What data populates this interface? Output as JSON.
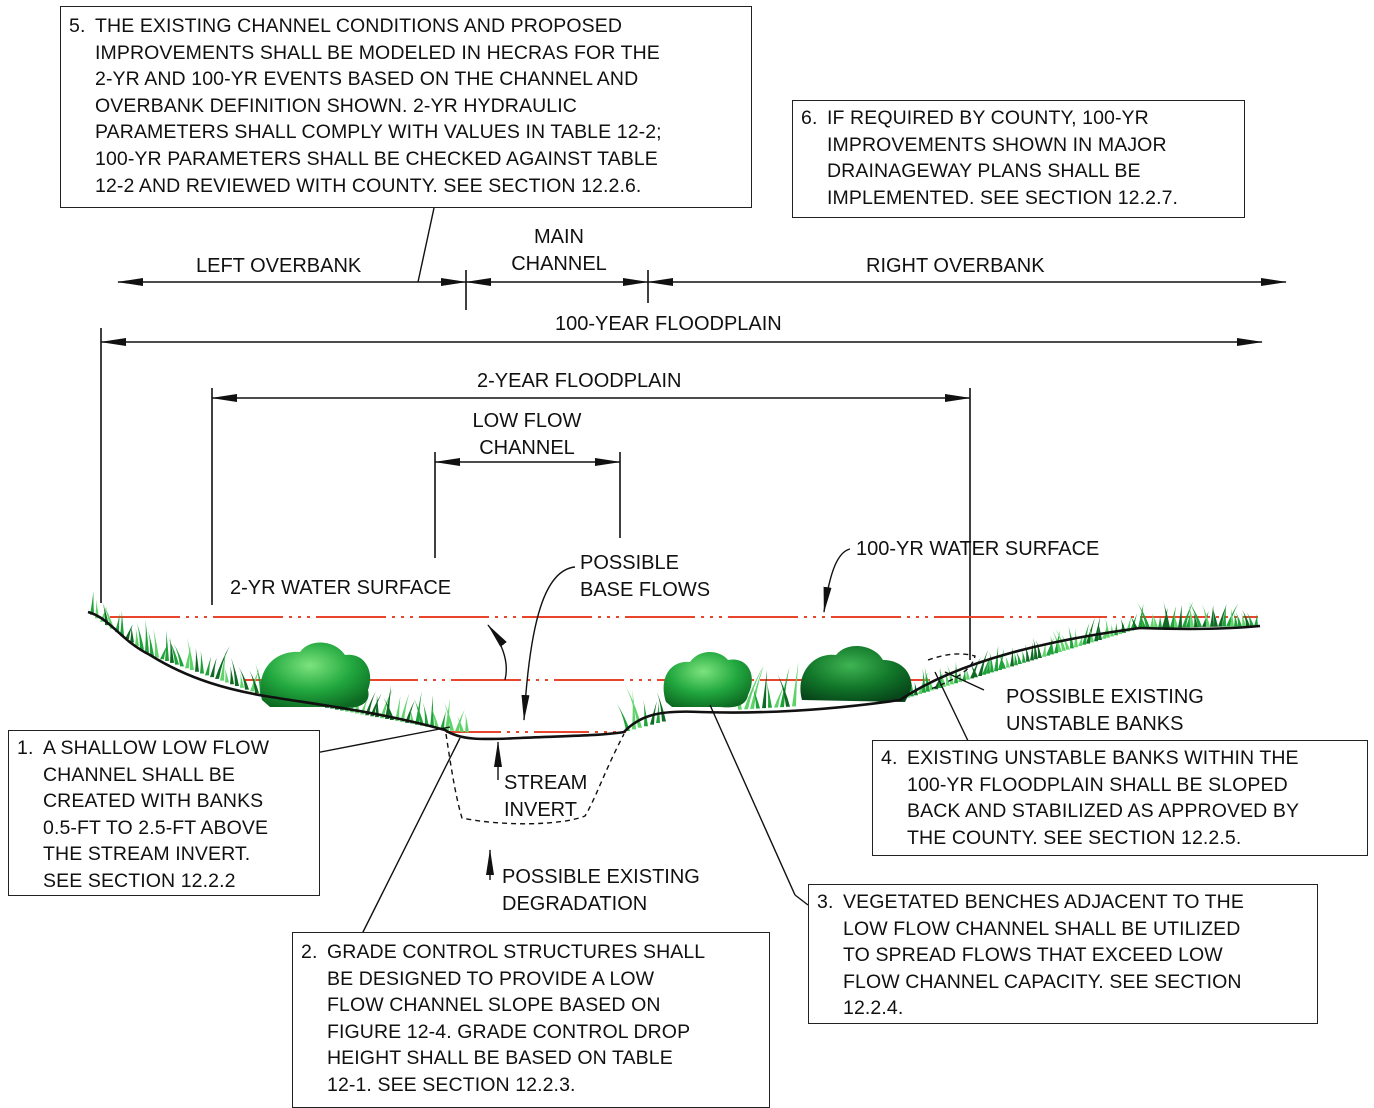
{
  "notes": {
    "n5": {
      "num": "5.",
      "text": "THE EXISTING CHANNEL CONDITIONS AND PROPOSED\nIMPROVEMENTS SHALL BE MODELED IN HECRAS FOR THE\n2-YR AND 100-YR EVENTS BASED ON THE CHANNEL AND\nOVERBANK DEFINITION SHOWN. 2-YR HYDRAULIC\nPARAMETERS SHALL COMPLY WITH VALUES IN TABLE 12-2;\n100-YR PARAMETERS SHALL BE CHECKED AGAINST TABLE\n12-2 AND REVIEWED WITH COUNTY. SEE SECTION 12.2.6."
    },
    "n6": {
      "num": "6.",
      "text": "IF REQUIRED BY COUNTY, 100-YR\nIMPROVEMENTS SHOWN IN MAJOR\nDRAINAGEWAY PLANS SHALL BE\nIMPLEMENTED. SEE SECTION 12.2.7."
    },
    "n1": {
      "num": "1.",
      "text": "A SHALLOW LOW FLOW\nCHANNEL SHALL BE\nCREATED WITH BANKS\n0.5-FT TO 2.5-FT ABOVE\nTHE STREAM INVERT.\nSEE SECTION 12.2.2"
    },
    "n2": {
      "num": "2.",
      "text": "GRADE CONTROL STRUCTURES SHALL\nBE DESIGNED TO PROVIDE A LOW\nFLOW CHANNEL SLOPE BASED ON\nFIGURE 12-4. GRADE CONTROL DROP\nHEIGHT SHALL BE BASED ON TABLE\n12-1. SEE SECTION 12.2.3."
    },
    "n3": {
      "num": "3.",
      "text": "VEGETATED BENCHES ADJACENT TO THE\nLOW FLOW CHANNEL SHALL BE UTILIZED\nTO SPREAD FLOWS THAT EXCEED LOW\nFLOW CHANNEL CAPACITY. SEE SECTION\n12.2.4."
    },
    "n4": {
      "num": "4.",
      "text": "EXISTING UNSTABLE BANKS WITHIN THE\n100-YR FLOODPLAIN SHALL BE SLOPED\nBACK AND STABILIZED AS APPROVED BY\nTHE COUNTY. SEE SECTION 12.2.5."
    }
  },
  "labels": {
    "left_overbank": "LEFT OVERBANK",
    "main_channel": "MAIN\nCHANNEL",
    "right_overbank": "RIGHT OVERBANK",
    "floodplain_100": "100-YEAR FLOODPLAIN",
    "floodplain_2": "2-YEAR FLOODPLAIN",
    "low_flow_channel": "LOW FLOW\nCHANNEL",
    "ws_2yr": "2-YR WATER SURFACE",
    "base_flows": "POSSIBLE\nBASE FLOWS",
    "ws_100yr": "100-YR WATER SURFACE",
    "unstable_banks": "POSSIBLE EXISTING\nUNSTABLE BANKS",
    "stream_invert": "STREAM\nINVERT",
    "degradation": "POSSIBLE EXISTING\nDEGRADATION"
  },
  "colors": {
    "line": "#111111",
    "water": "#e8452c",
    "grass": "#1fa23a",
    "grass_light": "#5ed36a",
    "shrub": "#1c9a3a",
    "shrub_dark": "#0f6a24"
  }
}
